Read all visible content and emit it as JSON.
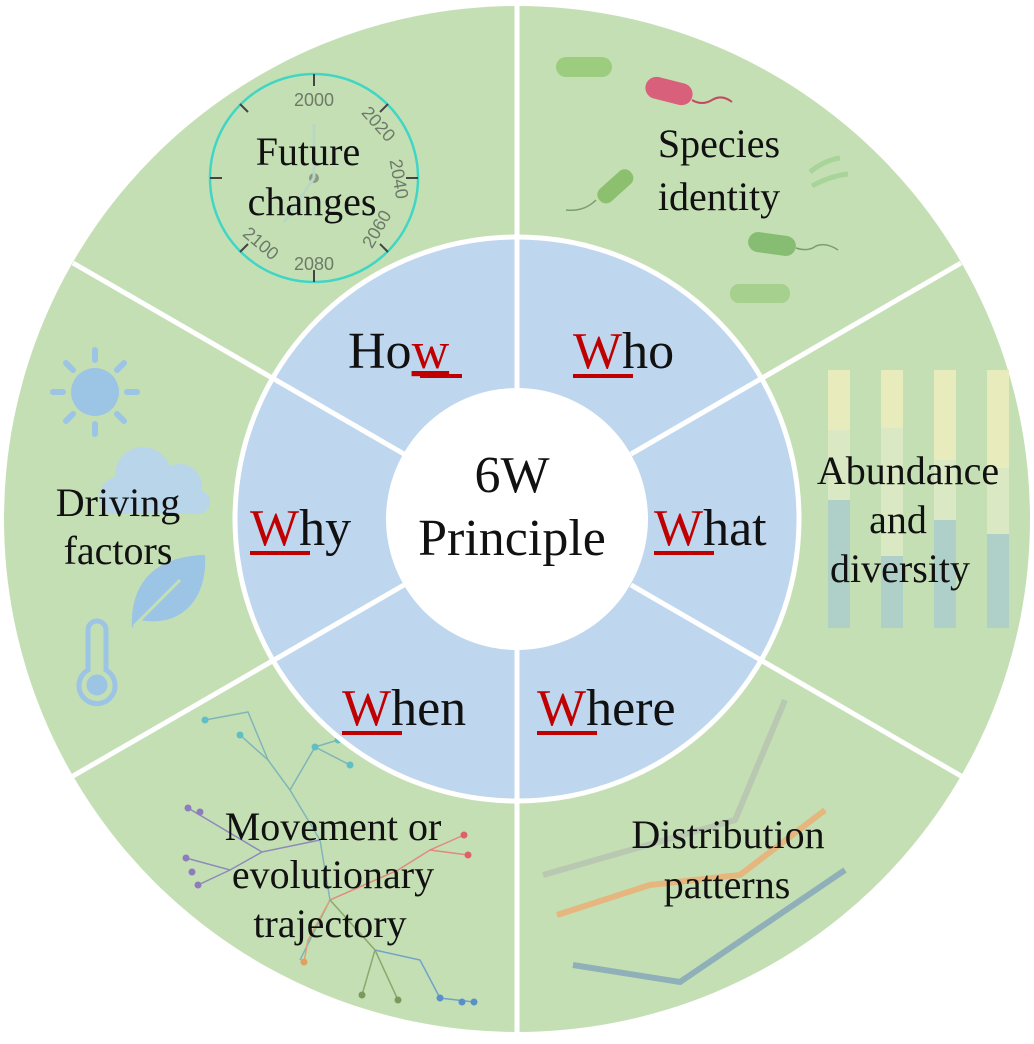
{
  "center": {
    "line1": "6W",
    "line2": "Principle"
  },
  "inner_ring": [
    {
      "id": "how",
      "rest": "Ho",
      "letter": "w",
      "letter_first": false
    },
    {
      "id": "who",
      "letter": "W",
      "rest": "ho",
      "letter_first": true
    },
    {
      "id": "what",
      "letter": "W",
      "rest": "hat",
      "letter_first": true
    },
    {
      "id": "where",
      "letter": "W",
      "rest": "here",
      "letter_first": true
    },
    {
      "id": "when",
      "letter": "W",
      "rest": "hen",
      "letter_first": true
    },
    {
      "id": "why",
      "letter": "W",
      "rest": "hy",
      "letter_first": true
    }
  ],
  "outer_ring": [
    {
      "id": "future-changes",
      "lines": [
        "Future",
        "changes"
      ]
    },
    {
      "id": "species-identity",
      "lines": [
        "Species",
        "identity"
      ]
    },
    {
      "id": "abundance-diversity",
      "lines": [
        "Abundance",
        "and",
        "diversity"
      ]
    },
    {
      "id": "distribution-patterns",
      "lines": [
        "Distribution",
        "patterns"
      ]
    },
    {
      "id": "movement-trajectory",
      "lines": [
        "Movement or",
        "evolutionary",
        "trajectory"
      ]
    },
    {
      "id": "driving-factors",
      "lines": [
        "Driving",
        "factors"
      ]
    }
  ],
  "dial_years": [
    "2000",
    "2020",
    "2040",
    "2060",
    "2080",
    "2100"
  ],
  "colors": {
    "outer_ring": "#c5dfb5",
    "inner_ring": "#bed6ee",
    "center": "#ffffff",
    "dividers": "#ffffff",
    "highlight_letter": "#c00000",
    "dial_ring": "#3fd6c4"
  }
}
